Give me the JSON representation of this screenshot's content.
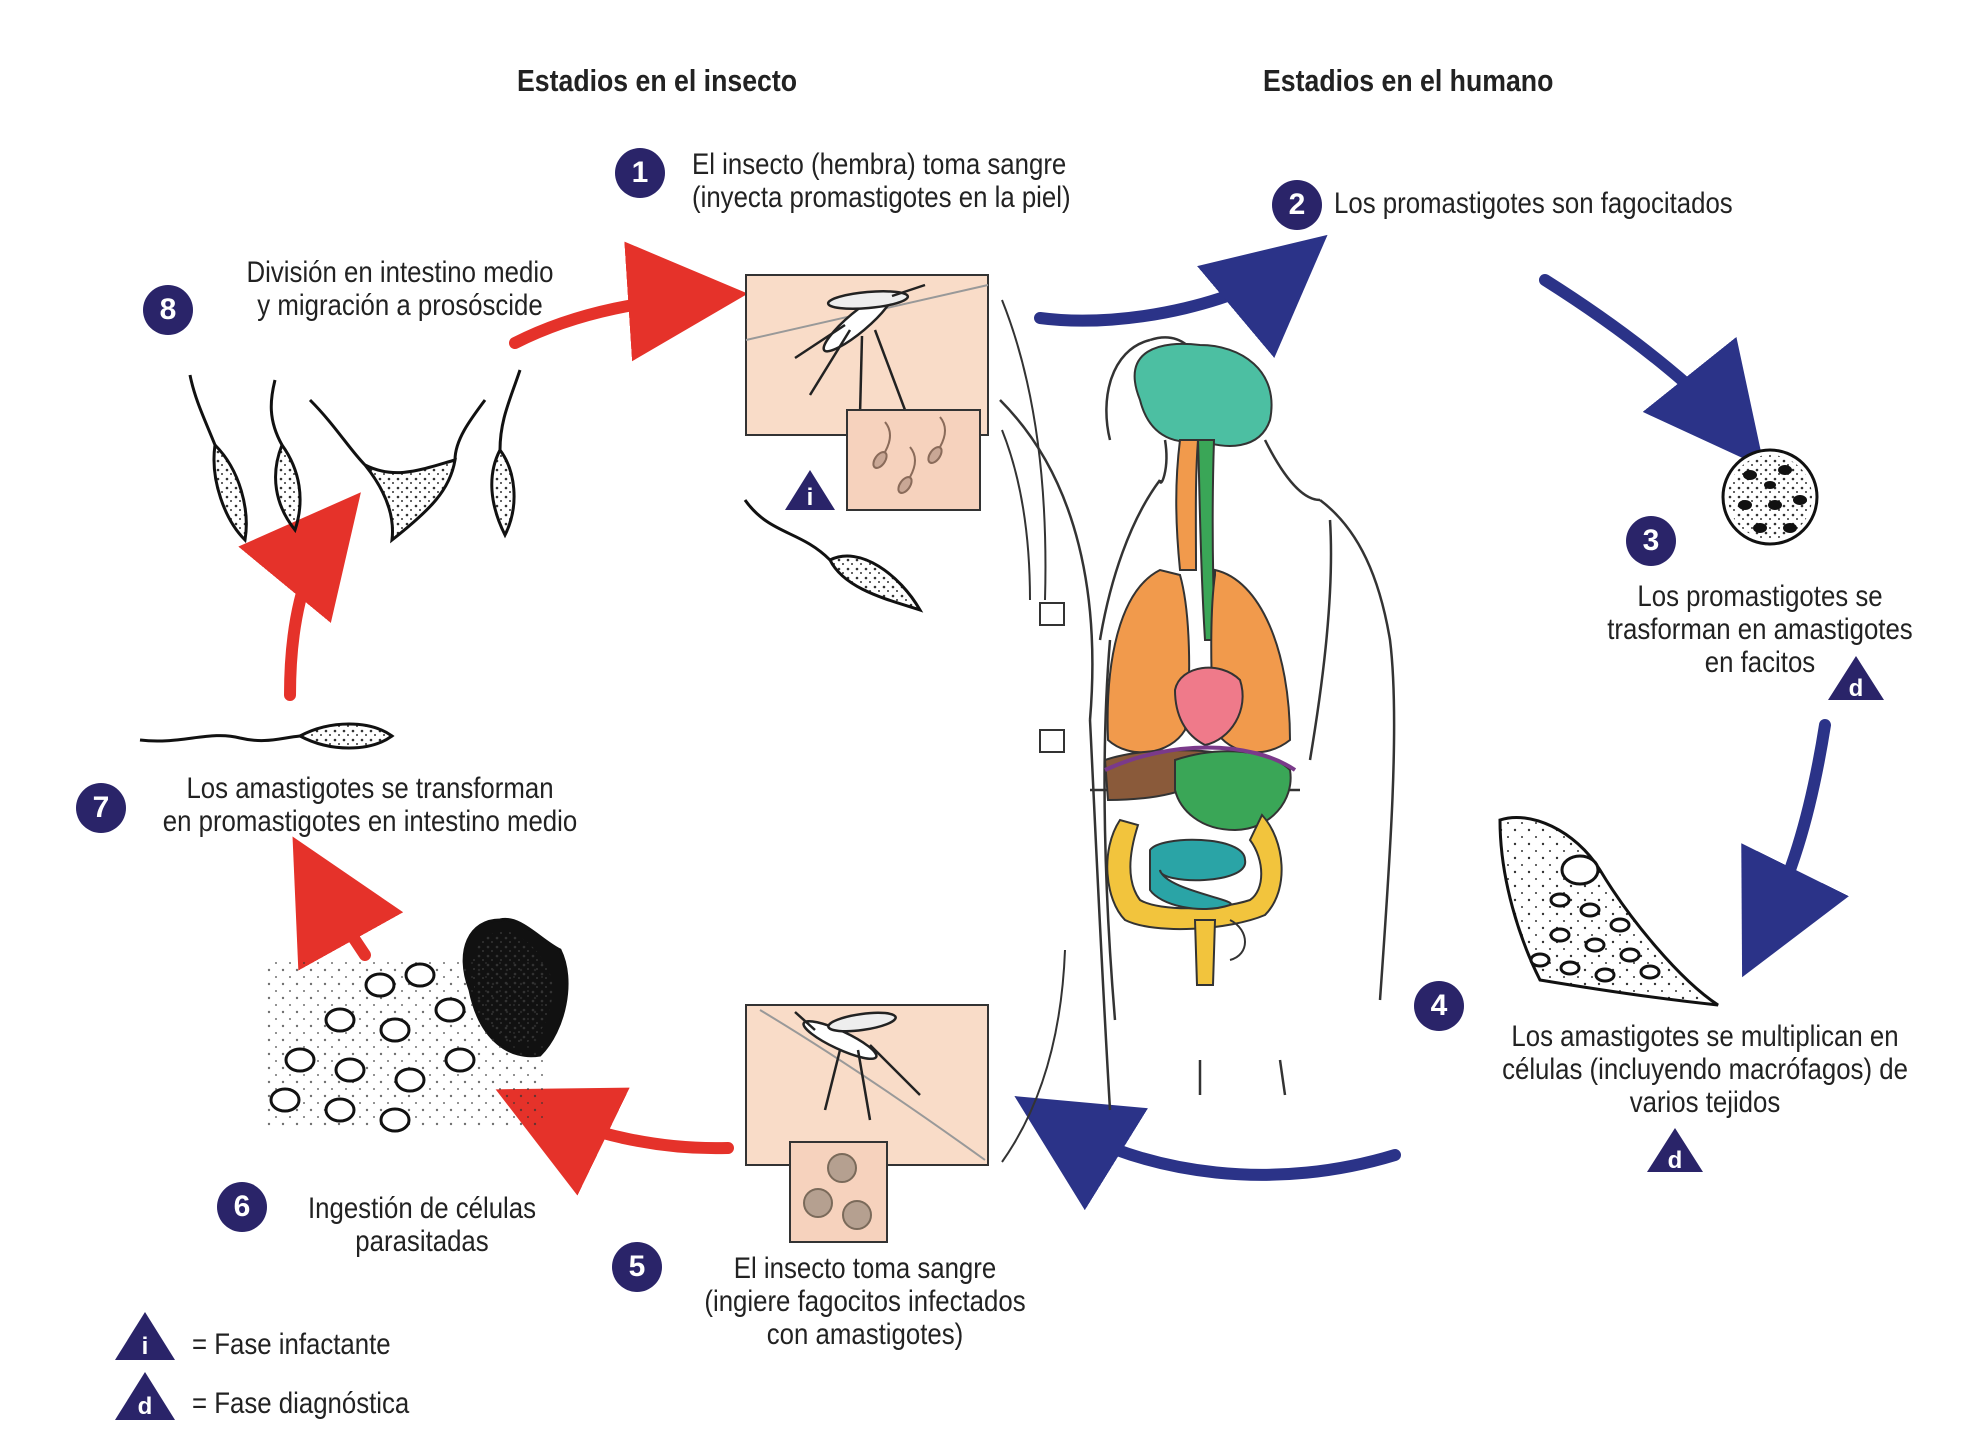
{
  "headers": {
    "insect": "Estadios en el insecto",
    "human": "Estadios en el humano"
  },
  "steps": [
    {
      "number": "1",
      "lines": [
        "El insecto (hembra) toma sangre",
        "(inyecta promastigotes en la piel)"
      ]
    },
    {
      "number": "2",
      "lines": [
        "Los promastigotes son fagocitados"
      ]
    },
    {
      "number": "3",
      "lines": [
        "Los promastigotes se",
        "trasforman en amastigotes",
        "en facitos"
      ]
    },
    {
      "number": "4",
      "lines": [
        "Los amastigotes se multiplican en",
        "células (incluyendo macrófagos) de",
        "varios tejidos"
      ]
    },
    {
      "number": "5",
      "lines": [
        "El insecto toma sangre",
        "(ingiere fagocitos infectados",
        "con amastigotes)"
      ]
    },
    {
      "number": "6",
      "lines": [
        "Ingestión de células",
        "parasitadas"
      ]
    },
    {
      "number": "7",
      "lines": [
        "Los amastigotes se transforman",
        "en promastigotes en intestino medio"
      ]
    },
    {
      "number": "8",
      "lines": [
        "División en intestino medio",
        "y migración a prosóscide"
      ]
    }
  ],
  "markers": {
    "infective": "i",
    "diagnostic": "d"
  },
  "legend": {
    "infective_label": "= Fase infactante",
    "diagnostic_label": "= Fase diagnóstica"
  },
  "colors": {
    "insect_arrows": "#e5322a",
    "human_arrows": "#2b3388",
    "number_circle": "#2a2469",
    "brain": "#4cbfa2",
    "lungs": "#f19a4c",
    "heart": "#ef7a8a",
    "stomach": "#3aa657",
    "liver": "#8a5a3a",
    "intestine_large": "#f2c43d",
    "intestine_small": "#2aa4a6",
    "skin_panel": "#f9dcc8"
  }
}
